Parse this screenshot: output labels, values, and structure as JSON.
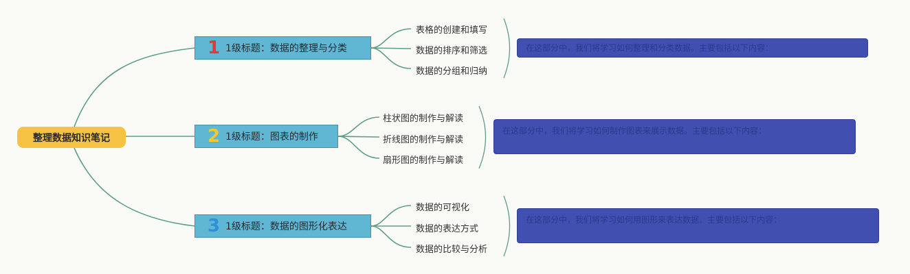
{
  "root": {
    "label": "整理数据知识笔记"
  },
  "topics": [
    {
      "number": "1",
      "label": "1级标题：数据的整理与分类",
      "color": "#e03a3a",
      "subtopics": [
        "表格的创建和填写",
        "数据的排序和筛选",
        "数据的分组和归纳"
      ],
      "note": "在这部分中，我们将学习如何整理和分类数据。主要包括以下内容："
    },
    {
      "number": "2",
      "label": "1级标题：图表的制作",
      "color": "#f2c731",
      "subtopics": [
        "柱状图的制作与解读",
        "折线图的制作与解读",
        "扇形图的制作与解读"
      ],
      "note": "在这部分中，我们将学习如何制作图表来展示数据。主要包括以下内容："
    },
    {
      "number": "3",
      "label": "1级标题：数据的图形化表达",
      "color": "#2f8fd8",
      "subtopics": [
        "数据的可视化",
        "数据的表达方式",
        "数据的比较与分析"
      ],
      "note": "在这部分中，我们将学习如何用图形来表达数据。主要包括以下内容："
    }
  ],
  "colors": {
    "root_fill": "#f5c244",
    "topic_fill": "#5fb7d4",
    "note_fill": "#4150b0",
    "connector": "#5d9e8a"
  }
}
